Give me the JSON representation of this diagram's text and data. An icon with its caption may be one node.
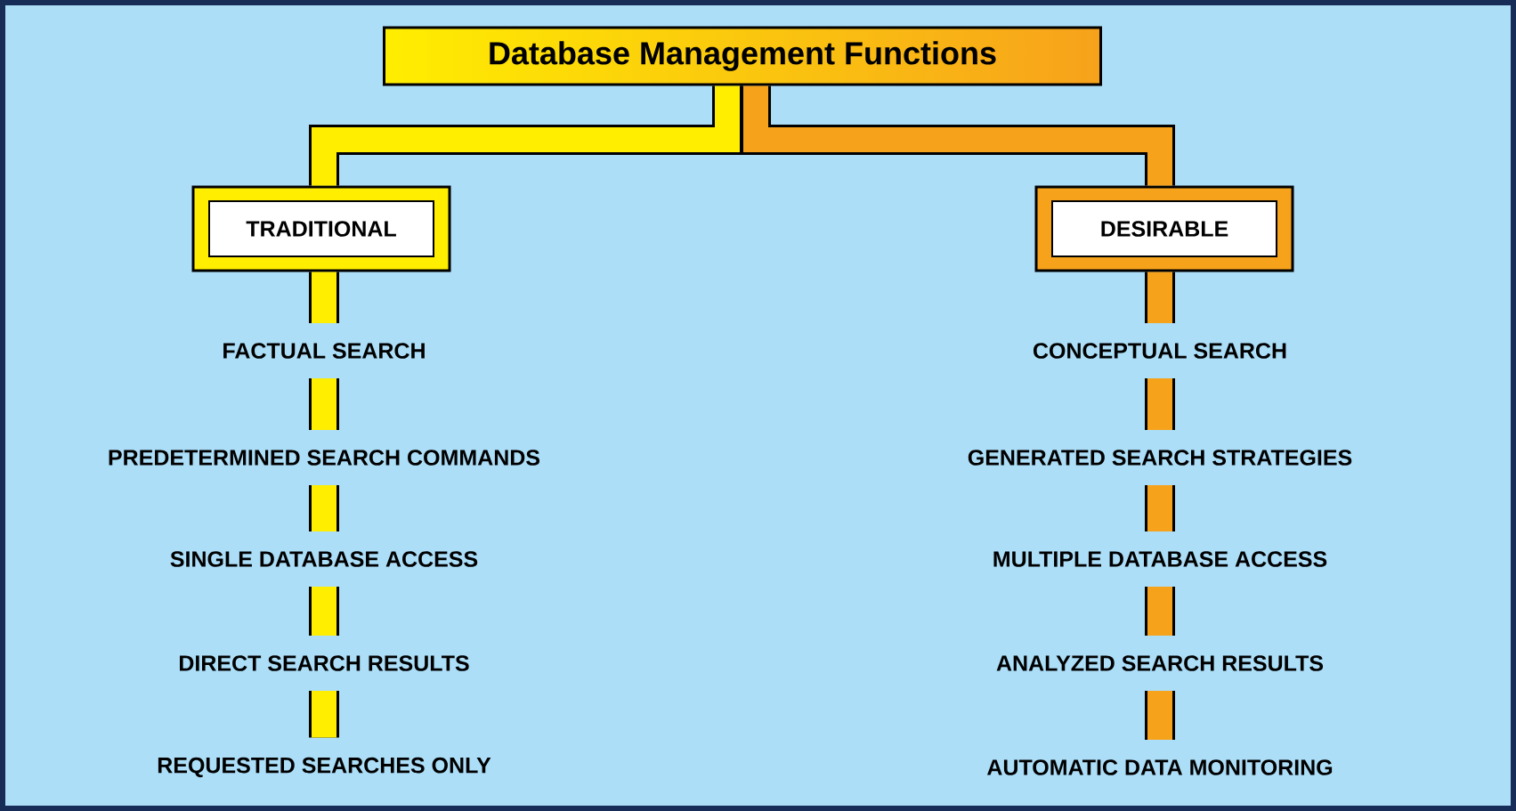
{
  "diagram": {
    "nodes": [
      {
        "text": [
          "Database Management Functions"
        ]
      },
      {
        "text": [
          "TRADITIONAL"
        ]
      },
      {
        "text": [
          "DESIRABLE"
        ]
      },
      {
        "text": [
          "FACTUAL SEARCH"
        ]
      },
      {
        "text": [
          "PREDETERMINED  SEARCH COMMANDS"
        ]
      },
      {
        "text": [
          "SINGLE DATABASE ACCESS"
        ]
      },
      {
        "text": [
          "DIRECT SEARCH RESULTS"
        ]
      },
      {
        "text": [
          "REQUESTED SEARCHES ONLY"
        ]
      },
      {
        "text": [
          "CONCEPTUAL SEARCH"
        ]
      },
      {
        "text": [
          "GENERATED SEARCH STRATEGIES"
        ]
      },
      {
        "text": [
          "MULTIPLE DATABASE ACCESS"
        ]
      },
      {
        "text": [
          "ANALYZED SEARCH RESULTS"
        ]
      },
      {
        "text": [
          "AUTOMATIC DATA MONITORING"
        ]
      }
    ],
    "edges": [
      {
        "from": 0,
        "to": 1,
        "arrow": "none"
      },
      {
        "from": 0,
        "to": 2,
        "arrow": "none"
      },
      {
        "from": 1,
        "to": 3,
        "arrow": "none"
      },
      {
        "from": 3,
        "to": 4,
        "arrow": "none"
      },
      {
        "from": 4,
        "to": 5,
        "arrow": "none"
      },
      {
        "from": 5,
        "to": 6,
        "arrow": "none"
      },
      {
        "from": 6,
        "to": 7,
        "arrow": "none"
      },
      {
        "from": 2,
        "to": 8,
        "arrow": "none"
      },
      {
        "from": 8,
        "to": 9,
        "arrow": "none"
      },
      {
        "from": 9,
        "to": 10,
        "arrow": "none"
      },
      {
        "from": 10,
        "to": 11,
        "arrow": "none"
      },
      {
        "from": 11,
        "to": 12,
        "arrow": "none"
      }
    ]
  }
}
